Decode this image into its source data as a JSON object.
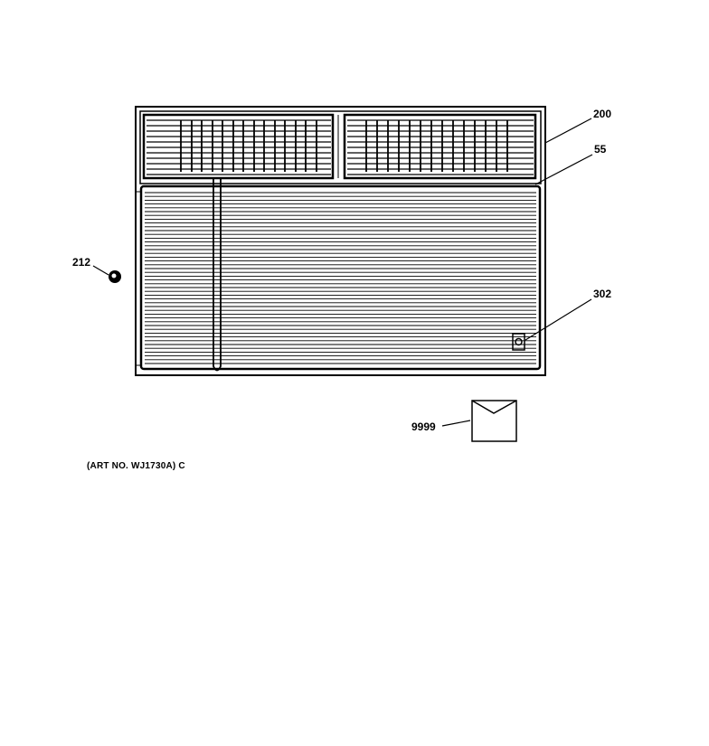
{
  "callouts": {
    "bezel": "200",
    "grille": "55",
    "knob": "212",
    "filter_tab": "302",
    "literature": "9999"
  },
  "art_number": "(ART NO. WJ1730A) C",
  "colors": {
    "line": "#000000",
    "paper": "#ffffff"
  },
  "icons": [
    "knob-icon",
    "envelope-icon"
  ]
}
